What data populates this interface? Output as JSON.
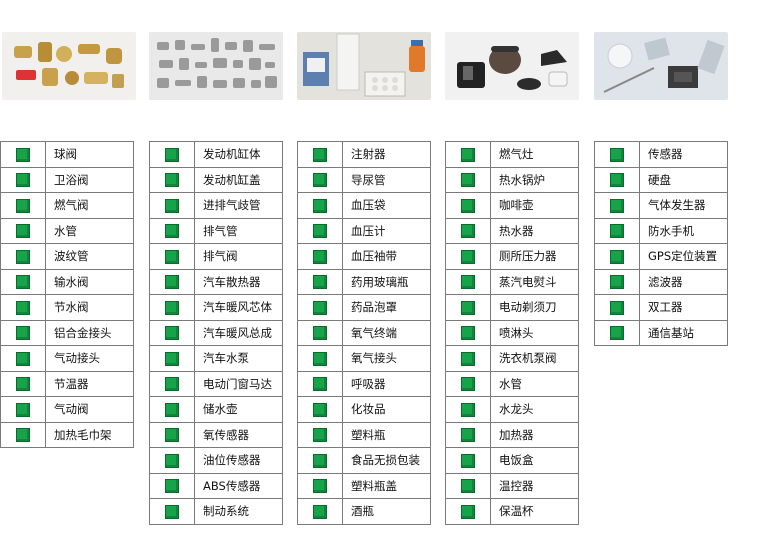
{
  "columns": [
    {
      "id": "valves",
      "image_subject": "brass fittings",
      "items": [
        "球阀",
        "卫浴阀",
        "燃气阀",
        "水管",
        "波纹管",
        "输水阀",
        "节水阀",
        "铝合金接头",
        "气动接头",
        "节温器",
        "气动阀",
        "加热毛巾架"
      ]
    },
    {
      "id": "automotive",
      "image_subject": "metal parts",
      "items": [
        "发动机缸体",
        "发动机缸盖",
        "进排气歧管",
        "排气管",
        "排气阀",
        "汽车散热器",
        "汽车暖风芯体",
        "汽车暖风总成",
        "汽车水泵",
        "电动门窗马达",
        "储水壶",
        "氧传感器",
        "油位传感器",
        "ABS传感器",
        "制动系统"
      ]
    },
    {
      "id": "medical",
      "image_subject": "medical products",
      "items": [
        "注射器",
        "导尿管",
        "血压袋",
        "血压计",
        "血压袖带",
        "药用玻璃瓶",
        "药品泡罩",
        "氧气终端",
        "氧气接头",
        "呼吸器",
        "化妆品",
        "塑料瓶",
        "食品无损包装",
        "塑料瓶盖",
        "酒瓶"
      ]
    },
    {
      "id": "appliances",
      "image_subject": "home appliances",
      "items": [
        "燃气灶",
        "热水锅炉",
        "咖啡壶",
        "热水器",
        "厕所压力器",
        "蒸汽电熨斗",
        "电动剃须刀",
        "喷淋头",
        "洗衣机泵阀",
        "水管",
        "水龙头",
        "加热器",
        "电饭盒",
        "温控器",
        "保温杯"
      ]
    },
    {
      "id": "electronics",
      "image_subject": "electronic components",
      "items": [
        "传感器",
        "硬盘",
        "气体发生器",
        "防水手机",
        "GPS定位装置",
        "滤波器",
        "双工器",
        "通信基站"
      ]
    }
  ],
  "colors": {
    "marker": "#17a34a",
    "border": "#7a7a7a"
  }
}
